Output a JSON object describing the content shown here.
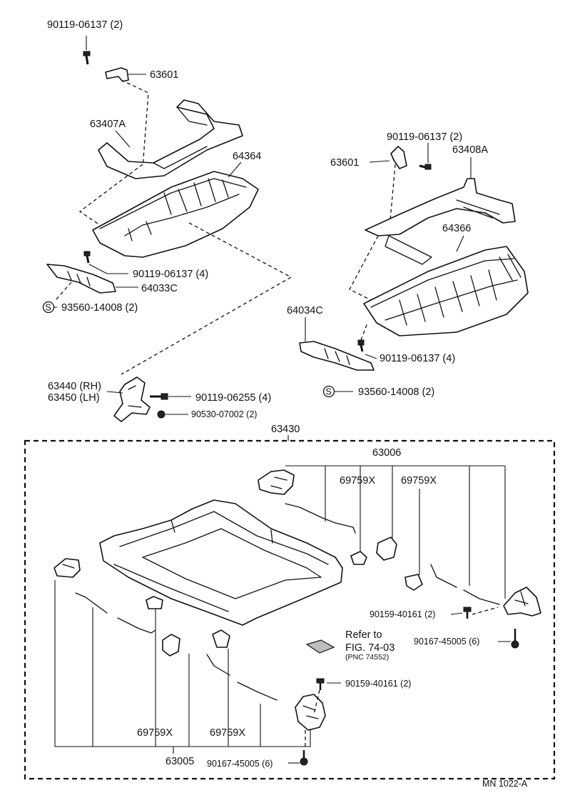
{
  "labels": {
    "bolt_top": "90119-06137 (2)",
    "p63601_left": "63601",
    "p63407a": "63407A",
    "p64364": "64364",
    "bolt_left_4": "90119-06137 (4)",
    "p64033c": "64033C",
    "screw_left": "93560-14008 (2)",
    "s_mark": "S",
    "p63440": "63440 (RH)",
    "p63450": "63450 (LH)",
    "bolt_06255": "90119-06255 (4)",
    "nut_07002": "90530-07002 (2)",
    "bolt_right_2": "90119-06137 (2)",
    "p63601_right": "63601",
    "p63408a": "63408A",
    "p64366": "64366",
    "p64034c": "64034C",
    "bolt_right_4": "90119-06137 (4)",
    "screw_right": "93560-14008 (2)",
    "p63430": "63430",
    "p63006": "63006",
    "p69759x_1": "69759X",
    "p69759x_2": "69759X",
    "screw_40161_a": "90159-40161 (2)",
    "screw_45005_a": "90167-45005 (6)",
    "refer_to": "Refer to",
    "fig_ref": "FIG. 74-03",
    "pnc_ref": "(PNC 74552)",
    "screw_40161_b": "90159-40161 (2)",
    "p69759x_3": "69759X",
    "p69759x_4": "69759X",
    "p63005": "63005",
    "screw_45005_b": "90167-45005 (6)",
    "diagram_code": "MN  1022-A"
  }
}
